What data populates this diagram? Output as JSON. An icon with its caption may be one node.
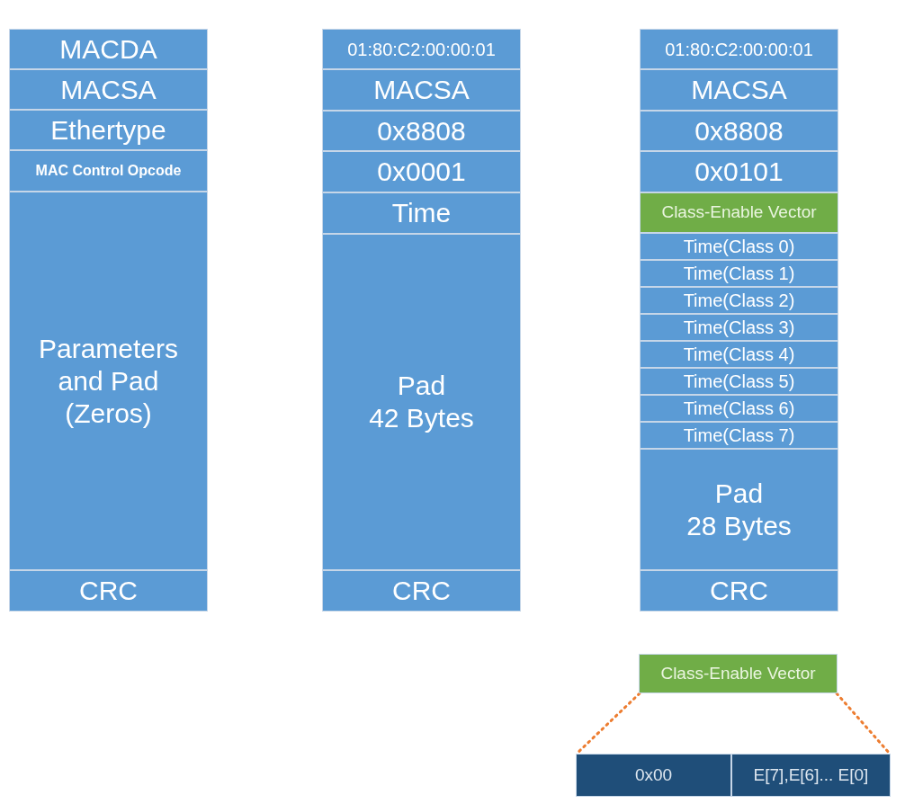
{
  "diagram": {
    "nodes": [
      {
        "text": [
          "MACDA"
        ]
      },
      {
        "text": [
          "MACSA"
        ]
      },
      {
        "text": [
          "Ethertype"
        ]
      },
      {
        "text": [
          "MAC Control Opcode"
        ]
      },
      {
        "text": [
          "Parameters and Pad (Zeros)"
        ]
      },
      {
        "text": [
          "CRC"
        ]
      },
      {
        "text": [
          "01:80:C2:00:00:01"
        ]
      },
      {
        "text": [
          "MACSA"
        ]
      },
      {
        "text": [
          "0x8808"
        ]
      },
      {
        "text": [
          "0x0001"
        ]
      },
      {
        "text": [
          "Time"
        ]
      },
      {
        "text": [
          "Pad 42 Bytes"
        ]
      },
      {
        "text": [
          "CRC"
        ]
      },
      {
        "text": [
          "01:80:C2:00:00:01"
        ]
      },
      {
        "text": [
          "MACSA"
        ]
      },
      {
        "text": [
          "0x8808"
        ]
      },
      {
        "text": [
          "0x0101"
        ]
      },
      {
        "text": [
          "Class-Enable Vector"
        ]
      },
      {
        "text": [
          "Time(Class 0)"
        ]
      },
      {
        "text": [
          "Time(Class 1)"
        ]
      },
      {
        "text": [
          "Time(Class 2)"
        ]
      },
      {
        "text": [
          "Time(Class 3)"
        ]
      },
      {
        "text": [
          "Time(Class 4)"
        ]
      },
      {
        "text": [
          "Time(Class 5)"
        ]
      },
      {
        "text": [
          "Time(Class 6)"
        ]
      },
      {
        "text": [
          "Time(Class 7)"
        ]
      },
      {
        "text": [
          "Pad 28 Bytes"
        ]
      },
      {
        "text": [
          "CRC"
        ]
      },
      {
        "text": [
          "Class-Enable Vector"
        ]
      },
      {
        "text": [
          "0x00"
        ]
      },
      {
        "text": [
          "E[7],E[6]... E[0]"
        ]
      }
    ],
    "edges": [
      {
        "from": 28,
        "to": 29,
        "arrow": "none",
        "style": "dashed",
        "color": "#ed7d31"
      },
      {
        "from": 28,
        "to": 30,
        "arrow": "none",
        "style": "dashed",
        "color": "#ed7d31"
      }
    ]
  }
}
